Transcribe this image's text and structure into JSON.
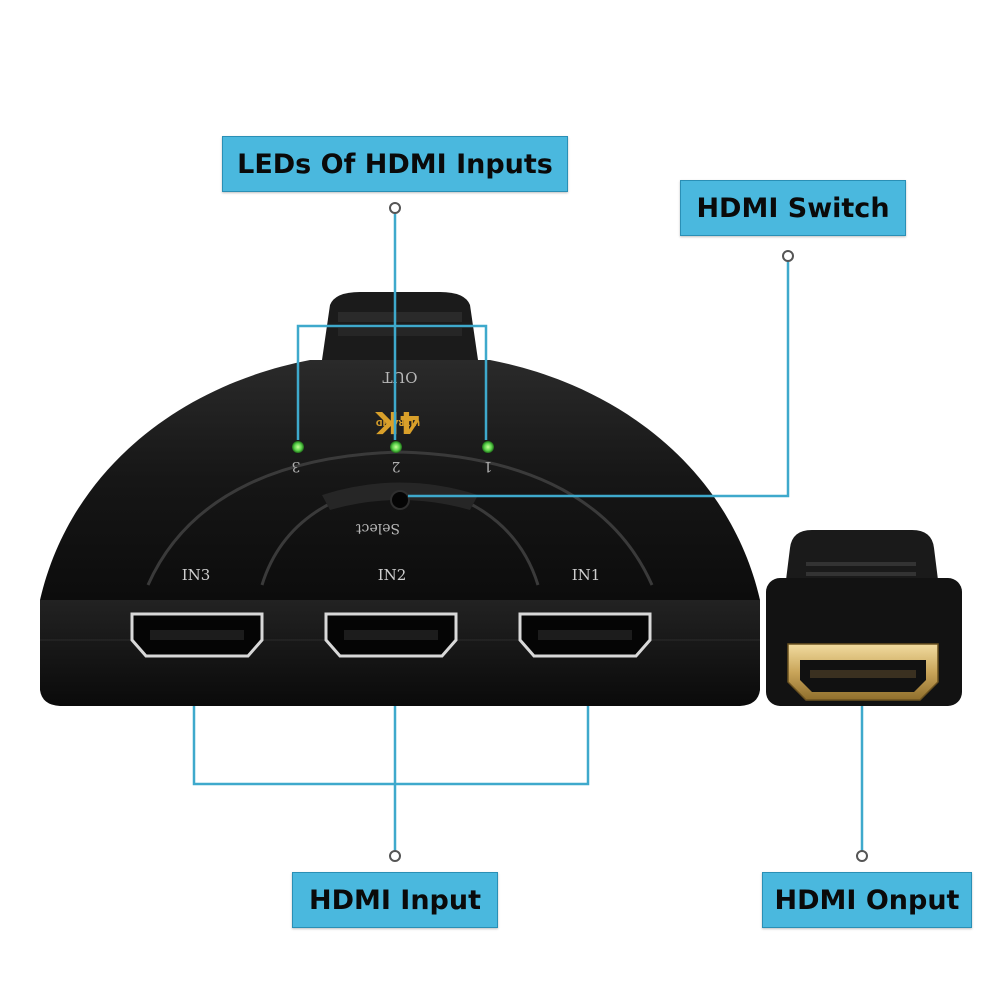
{
  "callouts": {
    "leds": "LEDs Of HDMI Inputs",
    "switch": "HDMI Switch",
    "input": "HDMI Input",
    "output": "HDMI Onput"
  },
  "device": {
    "out_label": "OUT",
    "brand_main": "4K",
    "brand_sub": "ULTRA HD",
    "led_numbers": [
      "1",
      "2",
      "3"
    ],
    "select_label": "Select",
    "port_labels": [
      "IN1",
      "IN2",
      "IN3"
    ]
  },
  "colors": {
    "callout_fill": "#4ab8de",
    "leader_line": "#3ea9cc",
    "device_body": "#141414",
    "brand_gold": "#d9a02a",
    "led_green": "#5ad24a",
    "connector_gold": "#d4b064"
  }
}
